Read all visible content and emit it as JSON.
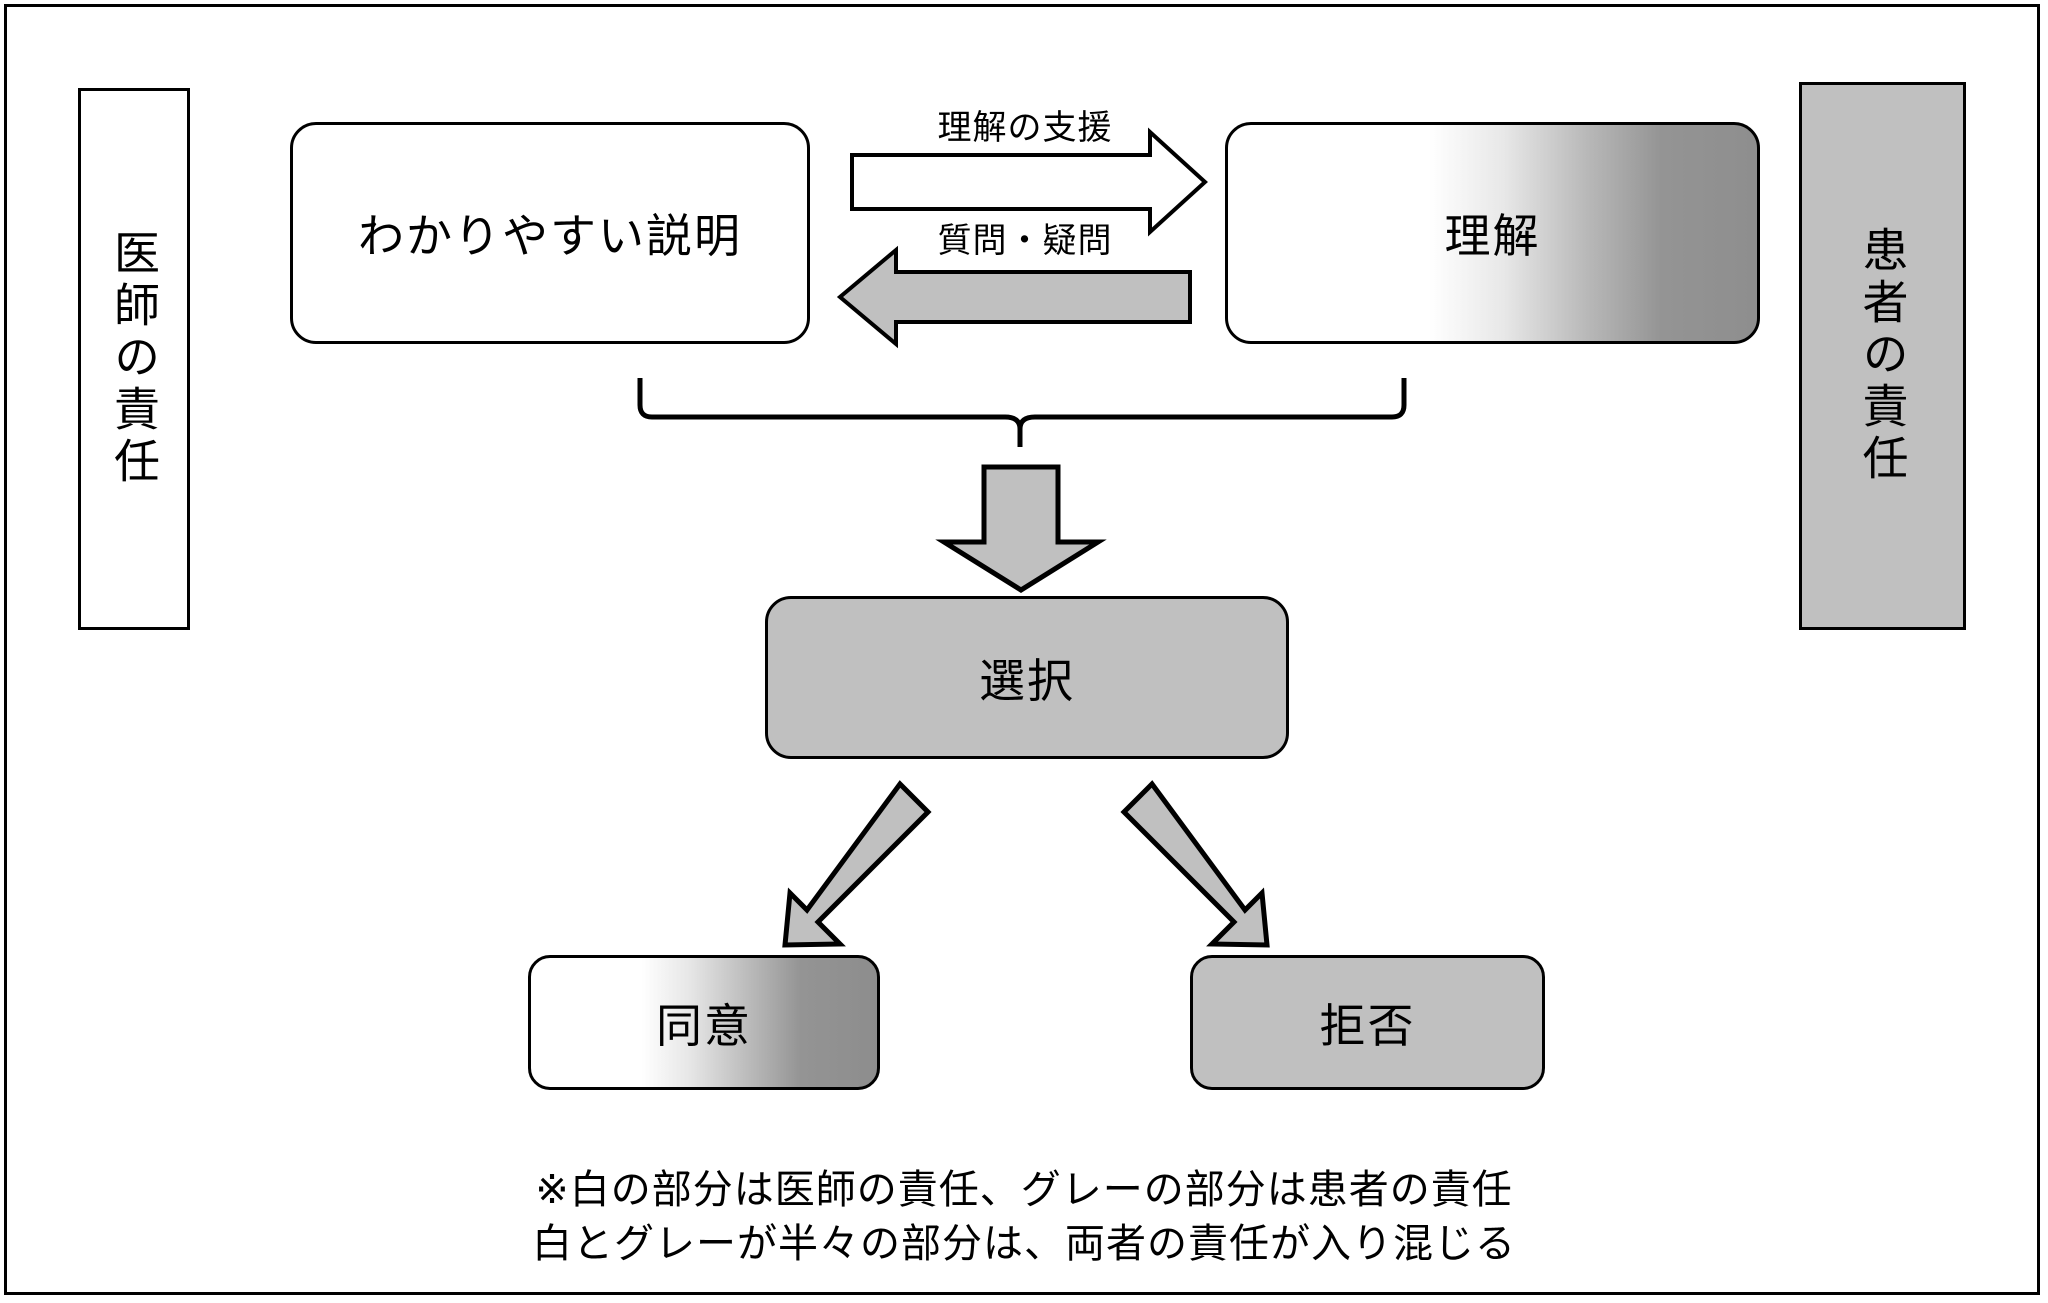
{
  "diagram": {
    "title_text_present": false,
    "responsibility_columns": {
      "left": {
        "label": "医師の責任",
        "fill": "#ffffff",
        "name": "doctor-responsibility"
      },
      "right": {
        "label": "患者の責任",
        "fill": "#c0c0c0",
        "name": "patient-responsibility"
      }
    },
    "nodes": {
      "explanation": {
        "label": "わかりやすい説明",
        "fill": "#ffffff"
      },
      "understanding": {
        "label": "理解",
        "fill": "gradient-white-to-gray"
      },
      "choice": {
        "label": "選択",
        "fill": "#c0c0c0"
      },
      "agree": {
        "label": "同意",
        "fill": "gradient-white-to-gray"
      },
      "refuse": {
        "label": "拒否",
        "fill": "#c0c0c0"
      }
    },
    "arrows": {
      "support": {
        "label": "理解の支援",
        "direction": "right",
        "fill": "#ffffff"
      },
      "question": {
        "label": "質問・疑問",
        "direction": "left",
        "fill": "#c0c0c0"
      },
      "to_choice": {
        "label": "",
        "direction": "down",
        "fill": "#c0c0c0"
      },
      "to_agree": {
        "label": "",
        "direction": "down-left",
        "fill": "#c0c0c0"
      },
      "to_refuse": {
        "label": "",
        "direction": "down-right",
        "fill": "#c0c0c0"
      }
    },
    "footnote": {
      "line1": "※白の部分は医師の責任、グレーの部分は患者の責任",
      "line2": "白とグレーが半々の部分は、両者の責任が入り混じる"
    },
    "colors": {
      "stroke": "#000000",
      "gray_fill": "#c0c0c0",
      "dark_gray": "#8e8e8e",
      "white": "#ffffff"
    }
  }
}
